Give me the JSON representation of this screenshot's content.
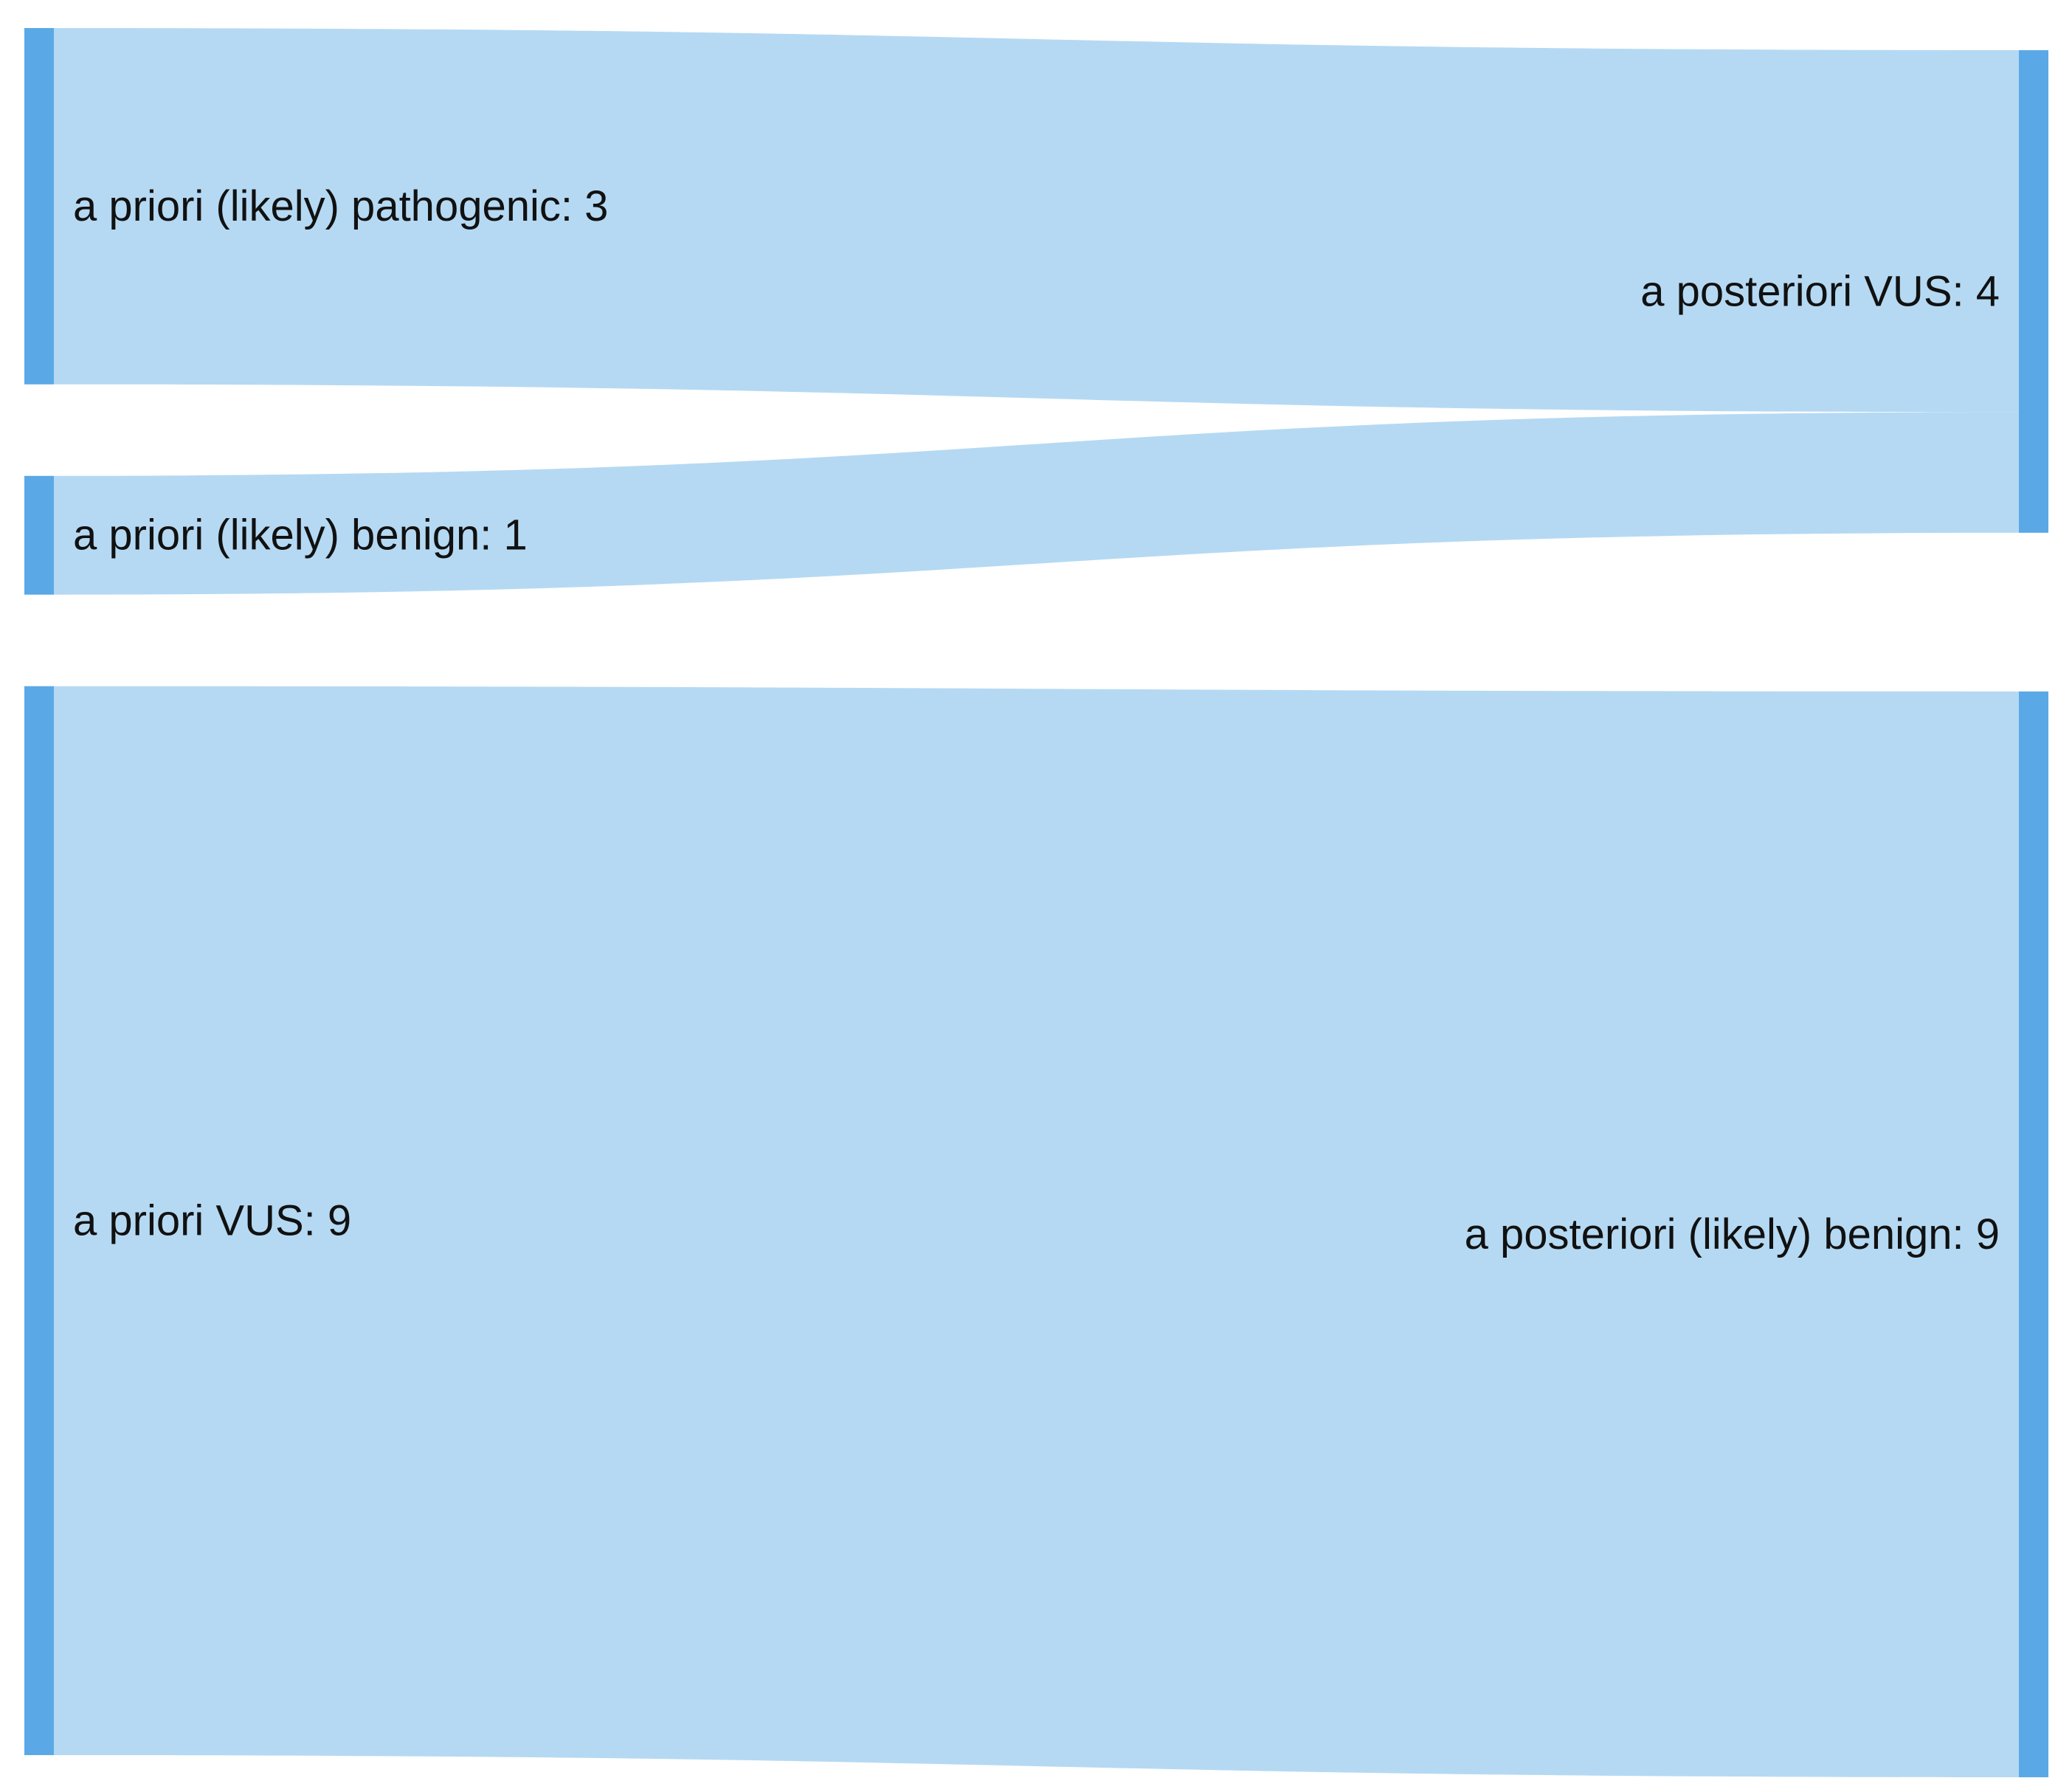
{
  "colors": {
    "node": "#5AA9E6",
    "link": "#B5D9F3",
    "background": "#FFFFFF"
  },
  "nodes": [
    {
      "id": "prior-pathogenic",
      "label": "a priori (likely) pathogenic: 3",
      "column": "left",
      "value": 3
    },
    {
      "id": "prior-benign",
      "label": "a priori (likely) benign: 1",
      "column": "left",
      "value": 1
    },
    {
      "id": "prior-vus",
      "label": "a priori VUS: 9",
      "column": "left",
      "value": 9
    },
    {
      "id": "posterior-vus",
      "label": "a posteriori VUS: 4",
      "column": "right",
      "value": 4
    },
    {
      "id": "posterior-benign",
      "label": "a posteriori (likely) benign: 9",
      "column": "right",
      "value": 9
    }
  ],
  "links": [
    {
      "source": "prior-pathogenic",
      "target": "posterior-vus",
      "value": 3
    },
    {
      "source": "prior-benign",
      "target": "posterior-vus",
      "value": 1
    },
    {
      "source": "prior-vus",
      "target": "posterior-benign",
      "value": 9
    }
  ]
}
